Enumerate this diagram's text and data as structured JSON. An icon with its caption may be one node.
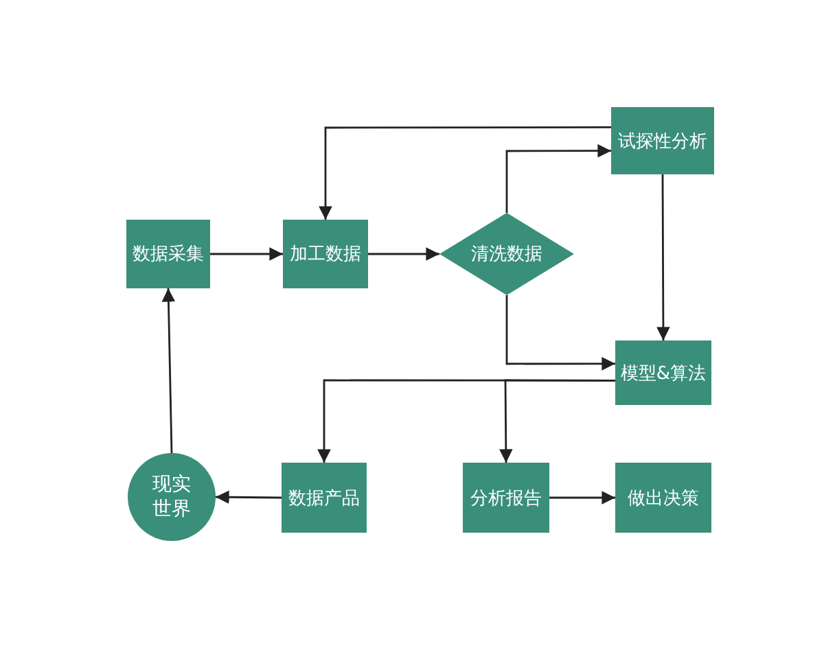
{
  "diagram": {
    "nodes": [
      {
        "text": [
          "数据采集"
        ]
      },
      {
        "text": [
          "加工数据"
        ]
      },
      {
        "text": [
          "清洗数据"
        ]
      },
      {
        "text": [
          "试探性分析"
        ]
      },
      {
        "text": [
          "模型&算法"
        ]
      },
      {
        "text": [
          "现实世界"
        ]
      },
      {
        "text": [
          "数据产品"
        ]
      },
      {
        "text": [
          "分析报告"
        ]
      },
      {
        "text": [
          "做出决策"
        ]
      }
    ],
    "edges": [
      {
        "from": 0,
        "to": 1,
        "arrow": "to"
      },
      {
        "from": 1,
        "to": 2,
        "arrow": "to"
      },
      {
        "from": 2,
        "to": 3,
        "arrow": "to"
      },
      {
        "from": 3,
        "to": 1,
        "arrow": "to"
      },
      {
        "from": 3,
        "to": 4,
        "arrow": "to"
      },
      {
        "from": 2,
        "to": 4,
        "arrow": "to"
      },
      {
        "from": 4,
        "to": 6,
        "arrow": "to"
      },
      {
        "from": 4,
        "to": 7,
        "arrow": "to"
      },
      {
        "from": 7,
        "to": 8,
        "arrow": "to"
      },
      {
        "from": 6,
        "to": 5,
        "arrow": "to"
      },
      {
        "from": 5,
        "to": 0,
        "arrow": "to"
      }
    ]
  }
}
